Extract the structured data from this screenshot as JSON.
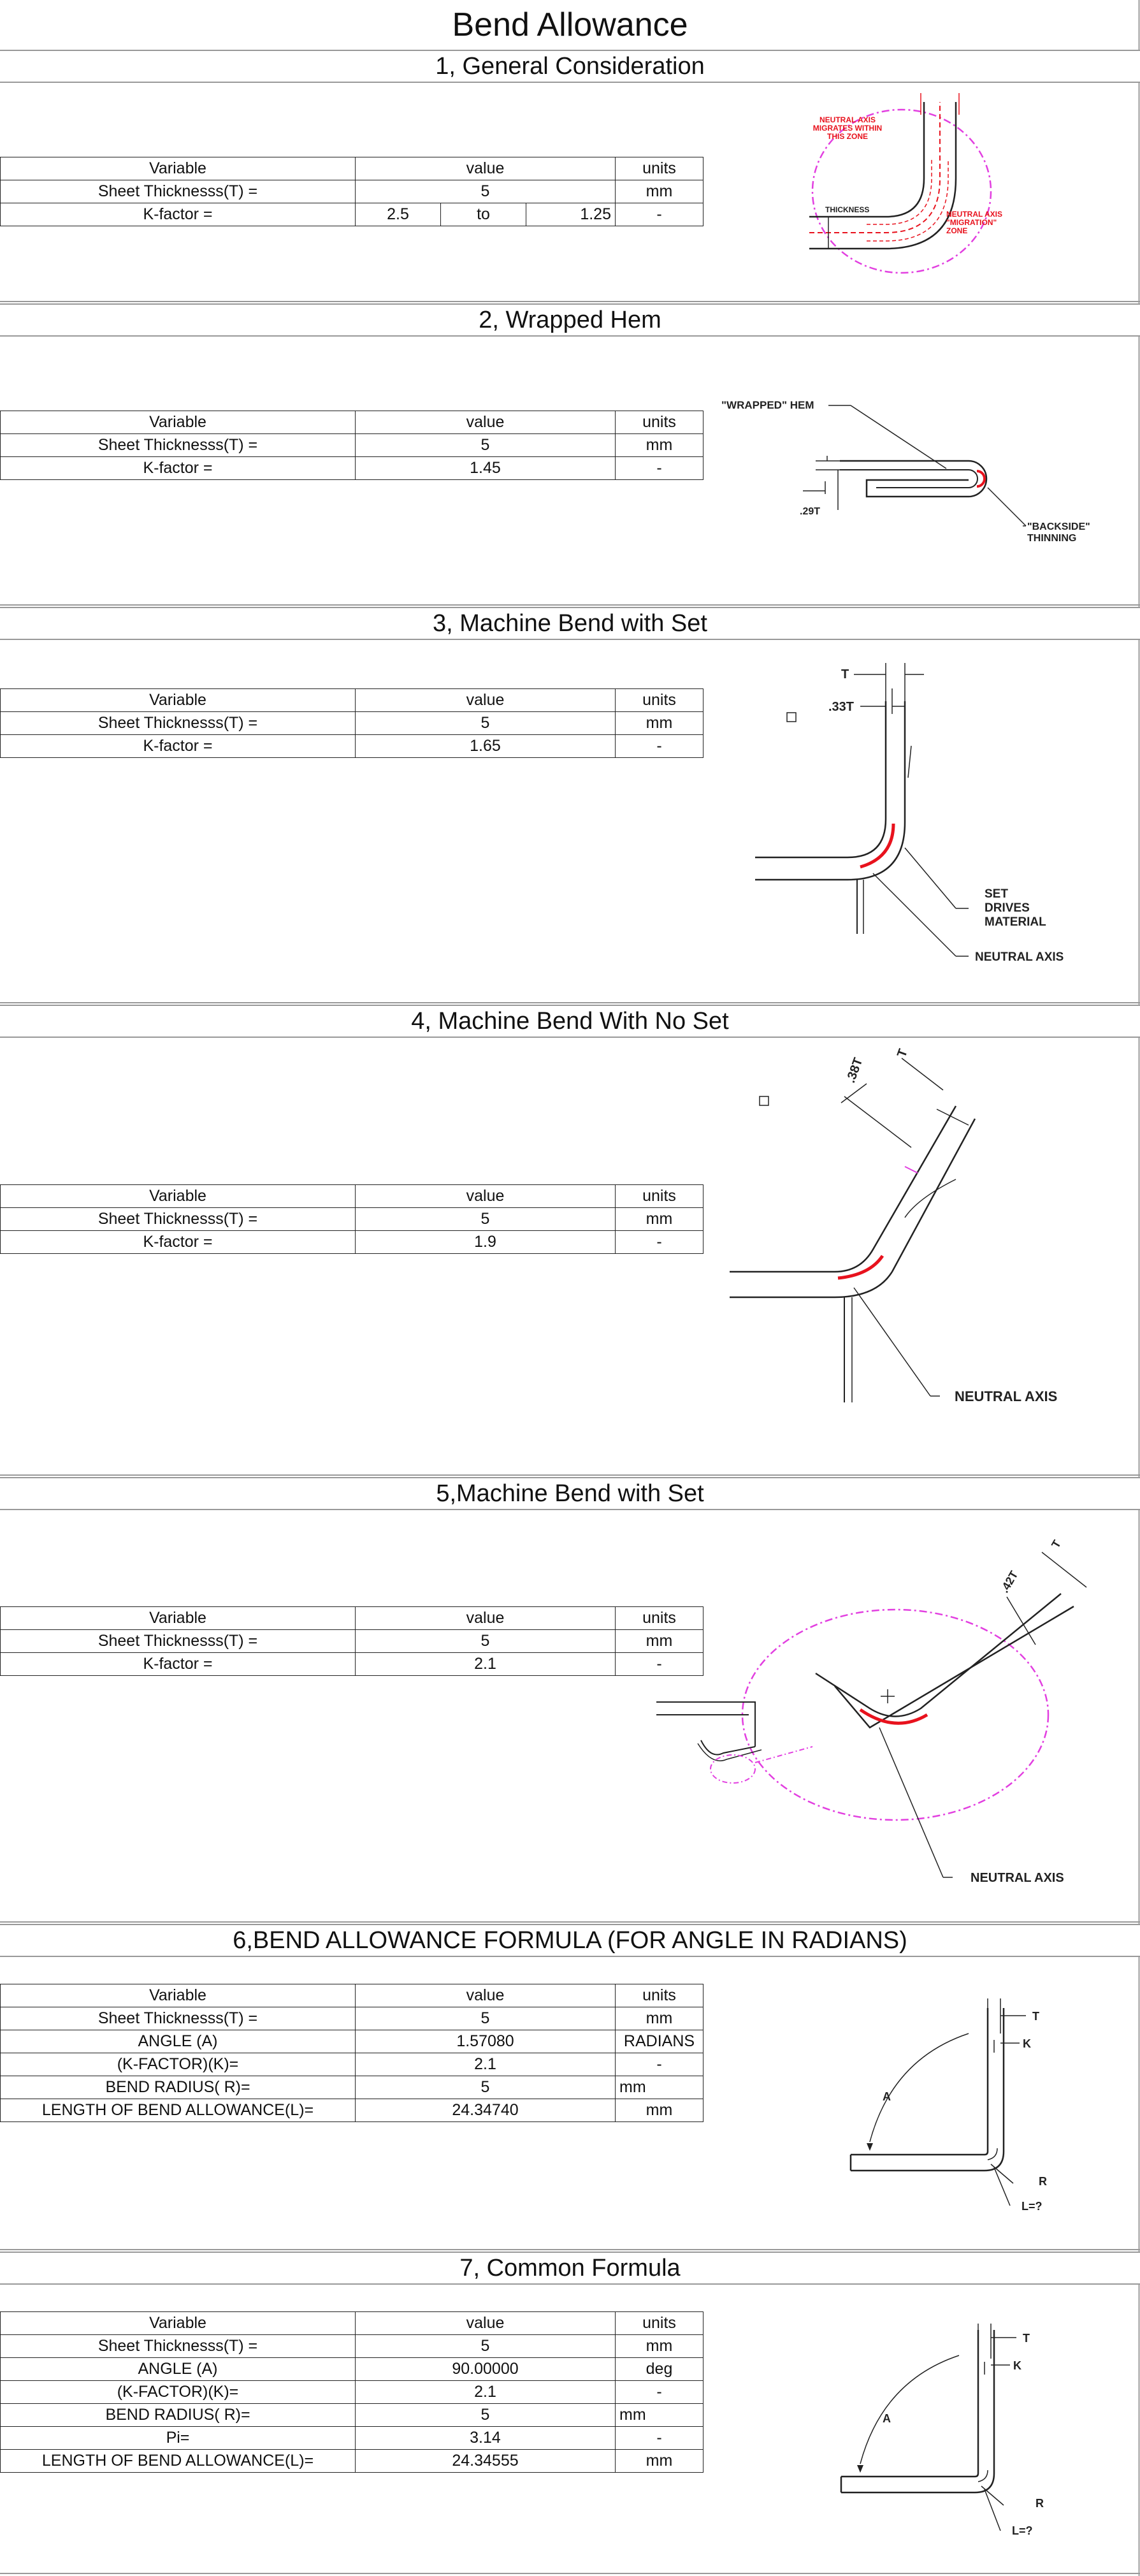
{
  "page_title": "Bend Allowance",
  "headers": {
    "variable": "Variable",
    "value": "value",
    "units": "units"
  },
  "sections": [
    {
      "title": "1, General Consideration",
      "rows": [
        {
          "label": "Sheet Thicknesss(T) =",
          "value": "5",
          "unit": "mm"
        },
        {
          "label": "K-factor =",
          "from": "2.5",
          "to_word": "to",
          "to": "1.25",
          "unit": "-"
        }
      ],
      "figure": {
        "labels": [
          "NEUTRAL AXIS",
          "MIGRATES WITHIN",
          "THIS ZONE",
          "THICKNESS",
          "NEUTRAL AXIS",
          "\"MIGRATION\"",
          "ZONE"
        ]
      }
    },
    {
      "title": "2, Wrapped Hem",
      "rows": [
        {
          "label": "Sheet Thicknesss(T) =",
          "value": "5",
          "unit": "mm"
        },
        {
          "label": "K-factor =",
          "value": "1.45",
          "unit": "-"
        }
      ],
      "figure": {
        "labels": [
          "\"WRAPPED\" HEM",
          ".29T",
          "\"BACKSIDE\"",
          "THINNING"
        ]
      }
    },
    {
      "title": "3, Machine Bend with Set",
      "rows": [
        {
          "label": "Sheet Thicknesss(T) =",
          "value": "5",
          "unit": "mm"
        },
        {
          "label": "K-factor =",
          "value": "1.65",
          "unit": "-"
        }
      ],
      "figure": {
        "labels": [
          "T",
          ".33T",
          "SET",
          "DRIVES",
          "MATERIAL",
          "NEUTRAL AXIS"
        ]
      }
    },
    {
      "title": "4, Machine Bend With No Set",
      "rows": [
        {
          "label": "Sheet Thicknesss(T) =",
          "value": "5",
          "unit": "mm"
        },
        {
          "label": "K-factor =",
          "value": "1.9",
          "unit": "-"
        }
      ],
      "figure": {
        "labels": [
          ".38T",
          "T",
          "NEUTRAL AXIS"
        ]
      }
    },
    {
      "title": "5,Machine Bend with Set",
      "rows": [
        {
          "label": "Sheet Thicknesss(T) =",
          "value": "5",
          "unit": "mm"
        },
        {
          "label": "K-factor =",
          "value": "2.1",
          "unit": "-"
        }
      ],
      "figure": {
        "labels": [
          ".42T",
          "T",
          "NEUTRAL AXIS"
        ]
      }
    },
    {
      "title": "6,BEND ALLOWANCE FORMULA (FOR ANGLE IN RADIANS)",
      "rows": [
        {
          "label": "Sheet Thicknesss(T) =",
          "value": "5",
          "unit": "mm"
        },
        {
          "label": "ANGLE (A)",
          "value": "1.57080",
          "unit": "RADIANS"
        },
        {
          "label": "(K-FACTOR)(K)=",
          "value": "2.1",
          "unit": "-"
        },
        {
          "label": "BEND RADIUS( R)=",
          "value": "5",
          "unit": "mm"
        },
        {
          "label": "LENGTH OF BEND ALLOWANCE(L)=",
          "value": "24.34740",
          "unit": "mm"
        }
      ],
      "figure": {
        "labels": [
          "T",
          "K",
          "A",
          "R",
          "L=?"
        ]
      }
    },
    {
      "title": "7, Common Formula",
      "rows": [
        {
          "label": "Sheet Thicknesss(T) =",
          "value": "5",
          "unit": "mm"
        },
        {
          "label": "ANGLE (A)",
          "value": "90.00000",
          "unit": "deg"
        },
        {
          "label": "(K-FACTOR)(K)=",
          "value": "2.1",
          "unit": "-"
        },
        {
          "label": "BEND RADIUS( R)=",
          "value": "5",
          "unit": "mm"
        },
        {
          "label": "Pi=",
          "value": "3.14",
          "unit": "-"
        },
        {
          "label": "LENGTH OF BEND ALLOWANCE(L)=",
          "value": "24.34555",
          "unit": "mm"
        }
      ],
      "figure": {
        "labels": [
          "T",
          "K",
          "A",
          "R",
          "L=?"
        ]
      }
    }
  ],
  "colors": {
    "red": "#e8121d",
    "magenta": "#e23fe0",
    "line": "#222222",
    "border": "#999999"
  }
}
